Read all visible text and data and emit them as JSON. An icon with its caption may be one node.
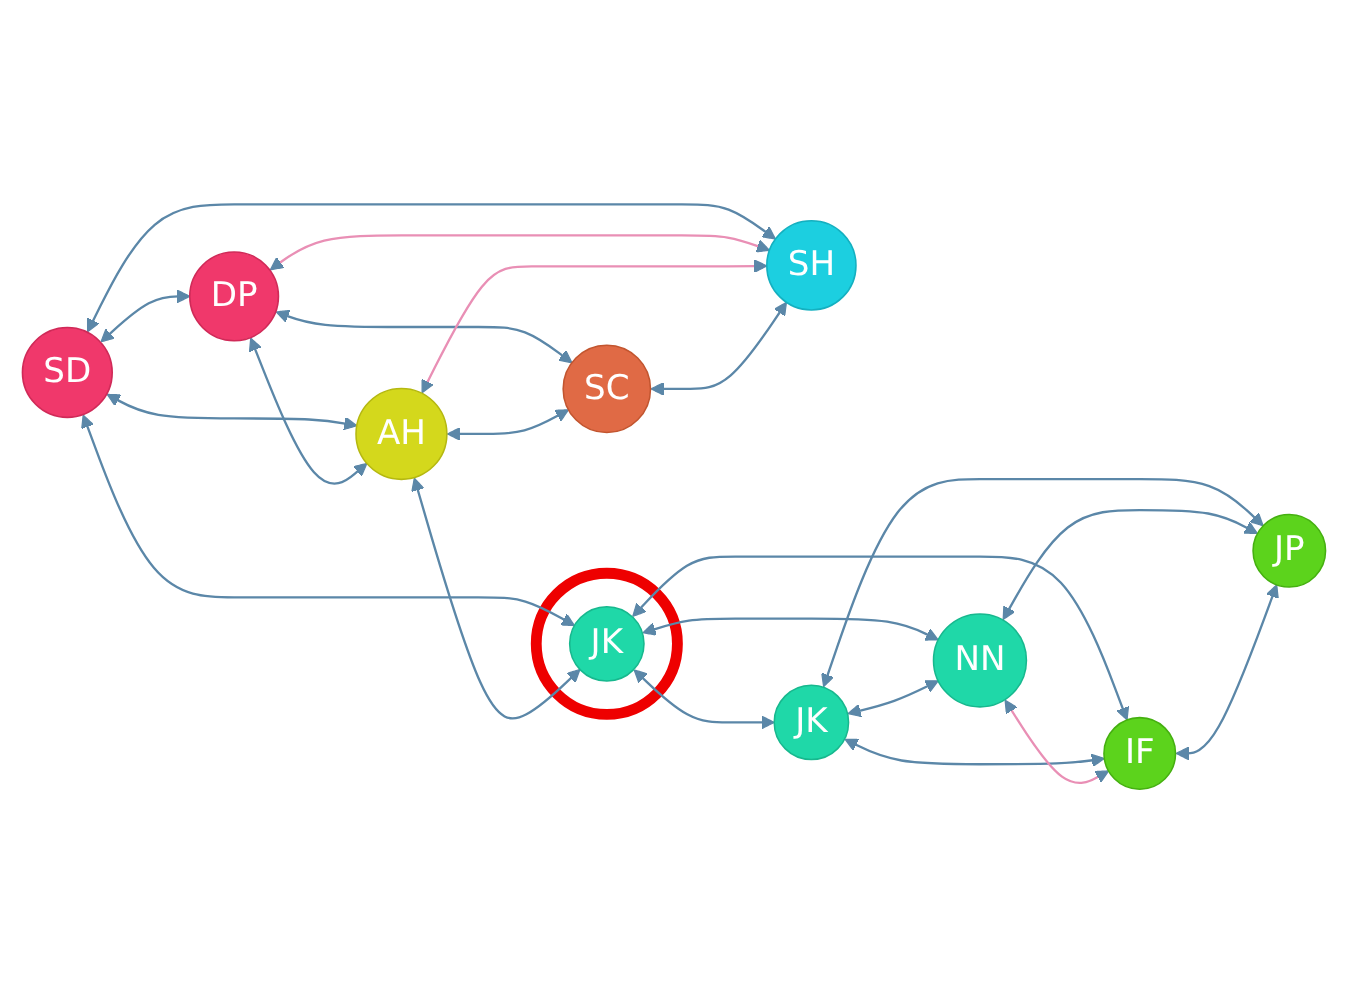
{
  "diagram": {
    "nodes": [
      {
        "text": [
          "SD"
        ]
      },
      {
        "text": [
          "DP"
        ]
      },
      {
        "text": [
          "AH"
        ]
      },
      {
        "text": [],
        "shape": "circle"
      },
      {
        "text": [
          "JK"
        ],
        "in": 3
      },
      {
        "text": [
          "SC"
        ]
      },
      {
        "text": [
          "SH"
        ]
      },
      {
        "text": [
          "JK"
        ]
      },
      {
        "text": [
          "NN"
        ]
      },
      {
        "text": [
          "IF"
        ]
      },
      {
        "text": [
          "JP"
        ]
      }
    ],
    "edges": [
      {
        "from": 0,
        "to": 1,
        "arrow": "both"
      },
      {
        "from": 0,
        "to": 6,
        "arrow": "both"
      },
      {
        "from": 0,
        "to": 2,
        "arrow": "both"
      },
      {
        "from": 0,
        "to": 4,
        "arrow": "both"
      },
      {
        "from": 1,
        "to": 2,
        "arrow": "both"
      },
      {
        "from": 1,
        "to": 5,
        "arrow": "both"
      },
      {
        "from": 1,
        "to": 6,
        "arrow": "both",
        "color": "#e98fb5"
      },
      {
        "from": 2,
        "to": 5,
        "arrow": "both"
      },
      {
        "from": 2,
        "to": 6,
        "arrow": "both",
        "color": "#e98fb5"
      },
      {
        "from": 2,
        "to": 4,
        "arrow": "both"
      },
      {
        "from": 5,
        "to": 6,
        "arrow": "both"
      },
      {
        "from": 4,
        "to": 7,
        "arrow": "both"
      },
      {
        "from": 4,
        "to": 8,
        "arrow": "both"
      },
      {
        "from": 4,
        "to": 9,
        "arrow": "both"
      },
      {
        "from": 7,
        "to": 8,
        "arrow": "both"
      },
      {
        "from": 7,
        "to": 9,
        "arrow": "both"
      },
      {
        "from": 7,
        "to": 10,
        "arrow": "both"
      },
      {
        "from": 8,
        "to": 9,
        "arrow": "both",
        "color": "#e98fb5"
      },
      {
        "from": 8,
        "to": 10,
        "arrow": "both"
      },
      {
        "from": 9,
        "to": 10,
        "arrow": "both"
      }
    ]
  }
}
